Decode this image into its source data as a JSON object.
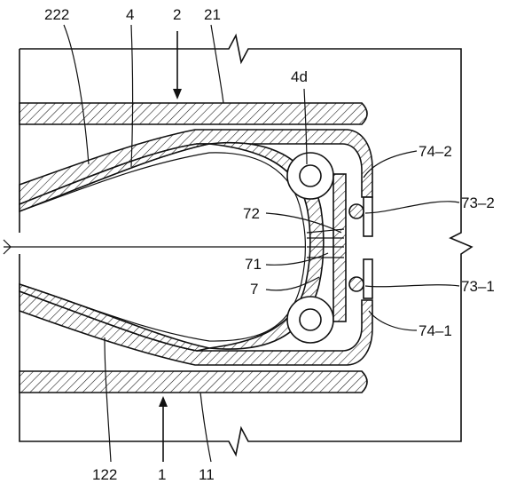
{
  "figure": {
    "labels": {
      "l222": "222",
      "l4": "4",
      "l2": "2",
      "l21": "21",
      "l4d": "4d",
      "l74_2": "74–2",
      "l73_2": "73–2",
      "l72": "72",
      "l71": "71",
      "l7": "7",
      "l73_1": "73–1",
      "l74_1": "74–1",
      "l122": "122",
      "l1": "1",
      "l11": "11"
    }
  }
}
